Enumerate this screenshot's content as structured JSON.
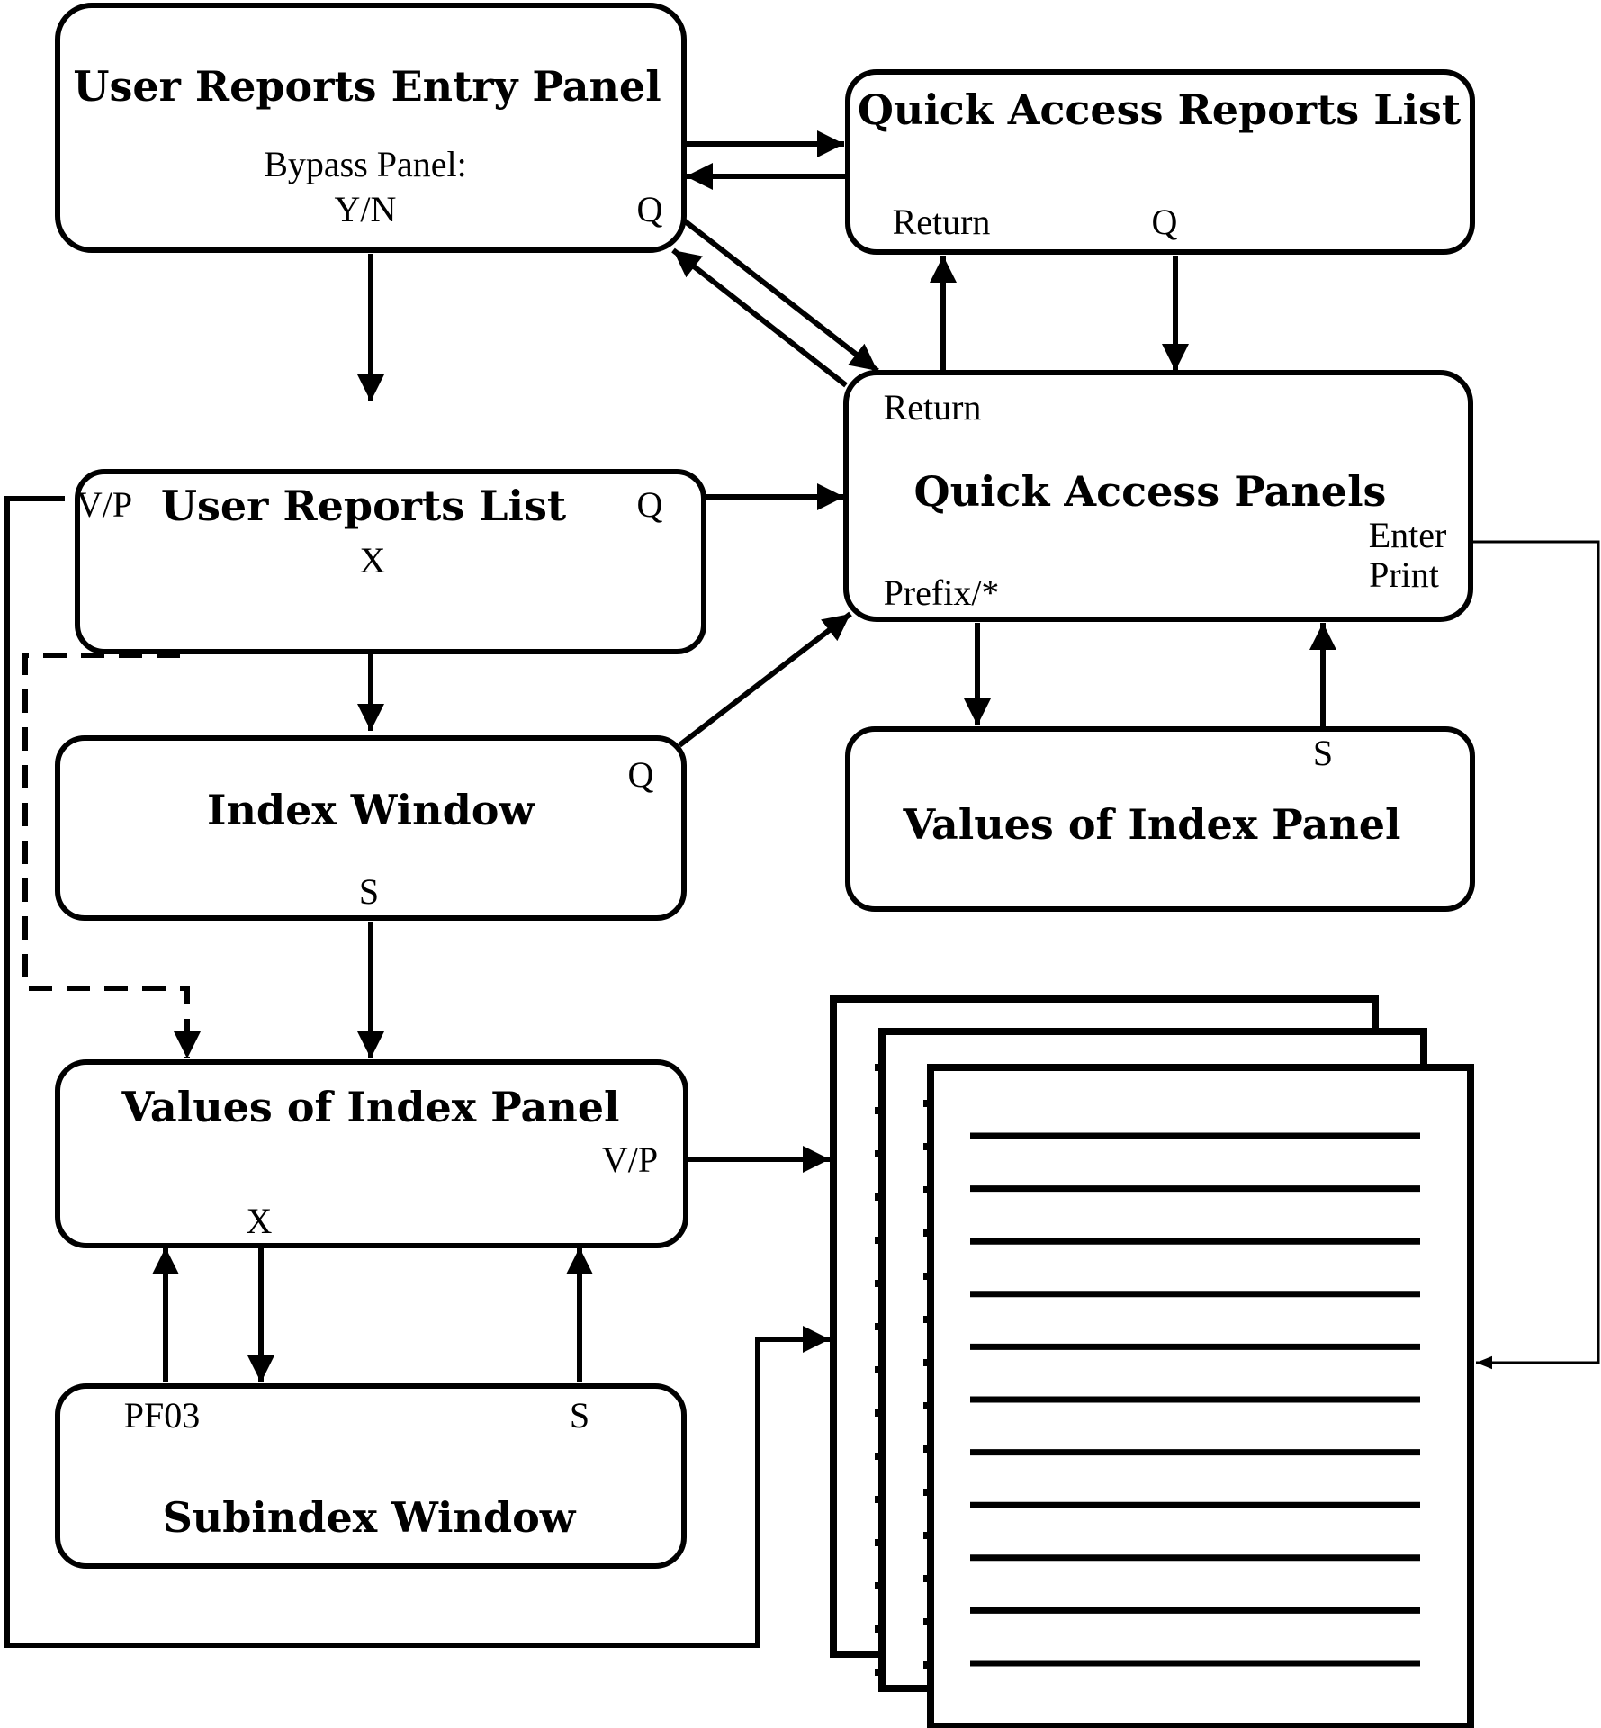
{
  "diagram": {
    "panels": {
      "entry": {
        "title": "User Reports Entry Panel",
        "bypass_label": "Bypass Panel:",
        "bypass_value": "Y/N",
        "q_label": "Q"
      },
      "qa_reports_list": {
        "title": "Quick Access Reports List",
        "return_label": "Return",
        "q_label": "Q"
      },
      "qa_panels": {
        "title": "Quick Access Panels",
        "return_label": "Return",
        "prefix_label": "Prefix/*",
        "enter_label": "Enter",
        "print_label": "Print"
      },
      "user_reports_list": {
        "title": "User Reports List",
        "vp_label": "V/P",
        "q_label": "Q",
        "x_label": "X"
      },
      "index_window": {
        "title": "Index Window",
        "q_label": "Q",
        "s_label": "S"
      },
      "values_right": {
        "title": "Values of Index Panel",
        "s_label": "S"
      },
      "values_left": {
        "title": "Values of Index Panel",
        "vp_label": "V/P",
        "x_label": "X"
      },
      "subindex": {
        "title": "Subindex Window",
        "pf03_label": "PF03",
        "s_label": "S"
      }
    }
  }
}
